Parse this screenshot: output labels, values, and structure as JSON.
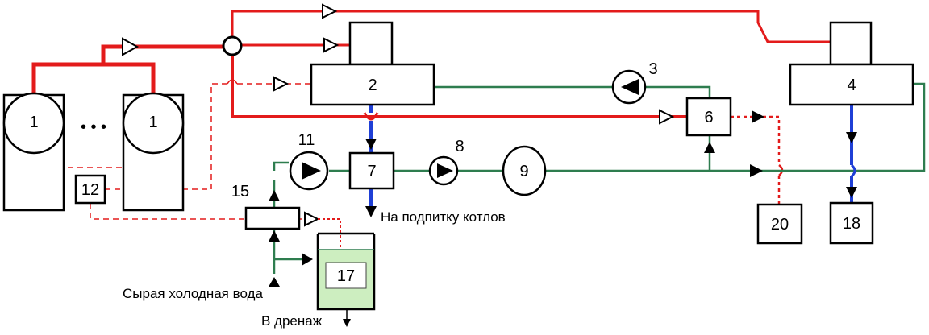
{
  "diagram": {
    "labels": {
      "boiler_left": "1",
      "dots": "• • •",
      "boiler_right": "1",
      "turbine_2": "2",
      "pump_3": "3",
      "turbine_4": "4",
      "heater_6": "6",
      "box_7": "7",
      "pump_8": "8",
      "tank_9": "9",
      "pump_11": "11",
      "box_12": "12",
      "exchanger_15": "15",
      "tank_17": "17",
      "box_18": "18",
      "box_20": "20"
    },
    "captions": {
      "boiler_makeup": "На подпитку котлов",
      "raw_cold_water": "Сырая холодная вода",
      "to_drain": "В дренаж"
    },
    "colors": {
      "steam": "#e31b1b",
      "network_water": "#2e7d4f",
      "condensate": "#1f3fd6",
      "tank_fill": "#cdeec0",
      "outline": "#000000"
    }
  }
}
